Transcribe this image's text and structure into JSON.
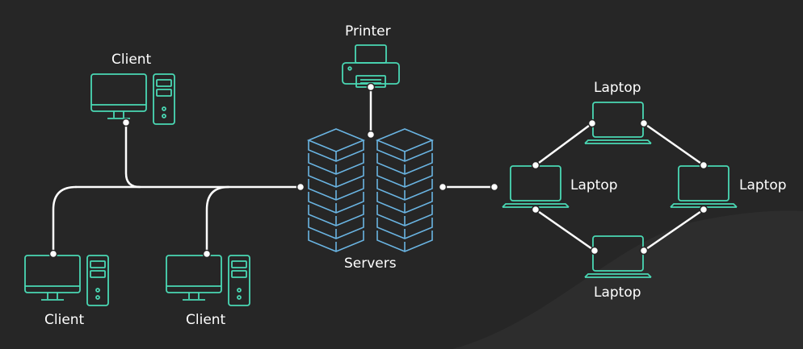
{
  "diagram": {
    "colors": {
      "background": "#262626",
      "background_shape": "#2d2d2d",
      "device_stroke": "#4ad8b4",
      "server_stroke": "#6ab4e2",
      "link": "#ffffff",
      "text": "#ffffff"
    },
    "nodes": {
      "client_top": {
        "label": "Client",
        "icon": "desktop-computer-icon"
      },
      "client_bottom_left": {
        "label": "Client",
        "icon": "desktop-computer-icon"
      },
      "client_bottom_mid": {
        "label": "Client",
        "icon": "desktop-computer-icon"
      },
      "printer": {
        "label": "Printer",
        "icon": "printer-icon"
      },
      "servers": {
        "label": "Servers",
        "icon": "server-rack-icon"
      },
      "laptop_top": {
        "label": "Laptop",
        "icon": "laptop-icon"
      },
      "laptop_left": {
        "label": "Laptop",
        "icon": "laptop-icon"
      },
      "laptop_right": {
        "label": "Laptop",
        "icon": "laptop-icon"
      },
      "laptop_bottom": {
        "label": "Laptop",
        "icon": "laptop-icon"
      }
    }
  }
}
